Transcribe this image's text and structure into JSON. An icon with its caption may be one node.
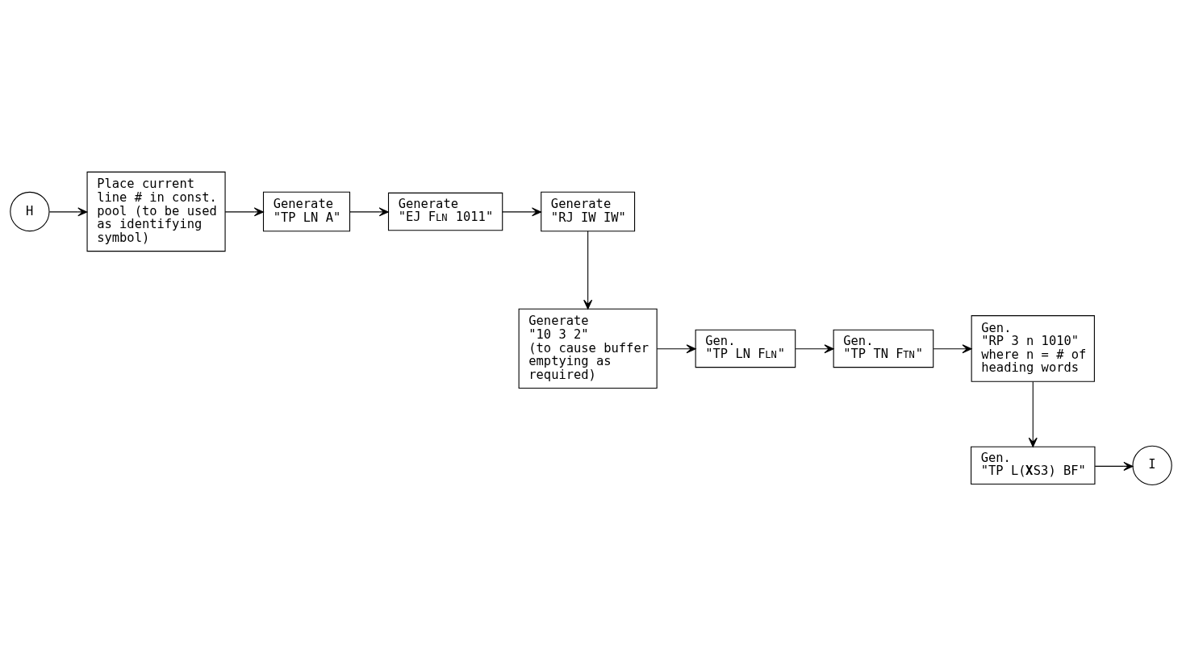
{
  "diagram": {
    "nodes": [
      {
        "text": [
          "H"
        ]
      },
      {
        "text": [
          "Place current line # in const. pool (to be used as identifying symbol)"
        ]
      },
      {
        "text": [
          "Generate",
          "\"TP LN A\""
        ]
      },
      {
        "text": [
          "Generate",
          "\"EJ F$_{LN}$ 1011\""
        ]
      },
      {
        "text": [
          "Generate",
          "\"RJ IW IW\""
        ]
      },
      {
        "text": [
          "Generate",
          "\"10 3 2\"",
          "(to cause buffer emptying as required)"
        ]
      },
      {
        "text": [
          "Gen.",
          "\"TP LN F$_{LN}$\""
        ]
      },
      {
        "text": [
          "Gen.",
          "\"TP TN F$_{TN}$\""
        ]
      },
      {
        "text": [
          "Gen.",
          "\"RP 3 n 1010\" where n = # of heading words"
        ]
      },
      {
        "text": [
          "Gen.",
          "\"TP L(**X**S3) BF\""
        ]
      },
      {
        "text": [
          "I"
        ]
      }
    ],
    "edges": [
      {
        "from": 0,
        "to": 1,
        "arrow": "to"
      },
      {
        "from": 1,
        "to": 2,
        "arrow": "to"
      },
      {
        "from": 2,
        "to": 3,
        "arrow": "to"
      },
      {
        "from": 3,
        "to": 4,
        "arrow": "to"
      },
      {
        "from": 4,
        "to": 5,
        "arrow": "to"
      },
      {
        "from": 5,
        "to": 6,
        "arrow": "to"
      },
      {
        "from": 6,
        "to": 7,
        "arrow": "to"
      },
      {
        "from": 7,
        "to": 8,
        "arrow": "to"
      },
      {
        "from": 8,
        "to": 9,
        "arrow": "to"
      },
      {
        "from": 9,
        "to": 10,
        "arrow": "to"
      }
    ]
  }
}
